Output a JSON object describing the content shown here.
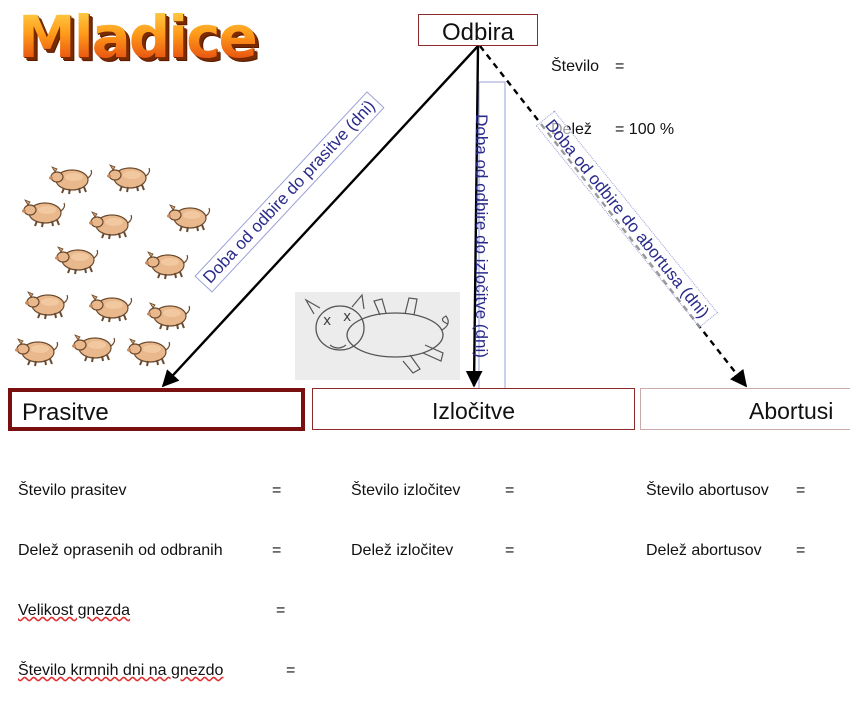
{
  "title": "Mladice",
  "nodes": {
    "odbira": {
      "label": "Odbira",
      "stats": [
        {
          "label": "Število",
          "eq": "="
        },
        {
          "label": "Delež",
          "eq": "= 100 %"
        }
      ]
    },
    "prasitve": {
      "label": "Prasitve",
      "stats": [
        {
          "label": "Število prasitev",
          "eq": "="
        },
        {
          "label": "Delež oprasenih od odbranih",
          "eq": "="
        },
        {
          "label": "Velikost gnezda",
          "eq": "="
        },
        {
          "label": "Število krmnih dni na gnezdo",
          "eq": "="
        }
      ]
    },
    "izlocitve": {
      "label": "Izločitve",
      "stats": [
        {
          "label": "Število izločitev",
          "eq": "="
        },
        {
          "label": "Delež izločitev",
          "eq": "="
        }
      ]
    },
    "abortusi": {
      "label": "Abortusi",
      "stats": [
        {
          "label": "Število abortusov",
          "eq": "="
        },
        {
          "label": "Delež abortusov",
          "eq": "="
        }
      ]
    }
  },
  "edges": {
    "to_prasitve": "Doba od odbire do prasitve (dni)",
    "to_izlocitve": "Doba od odbire do izločitve (dni)",
    "to_abortusi": "Doba od odbire do abortusa (dni)"
  },
  "images": {
    "piglets": "piglet-group-illustration",
    "dead_pig": "dead-pig-sketch"
  }
}
